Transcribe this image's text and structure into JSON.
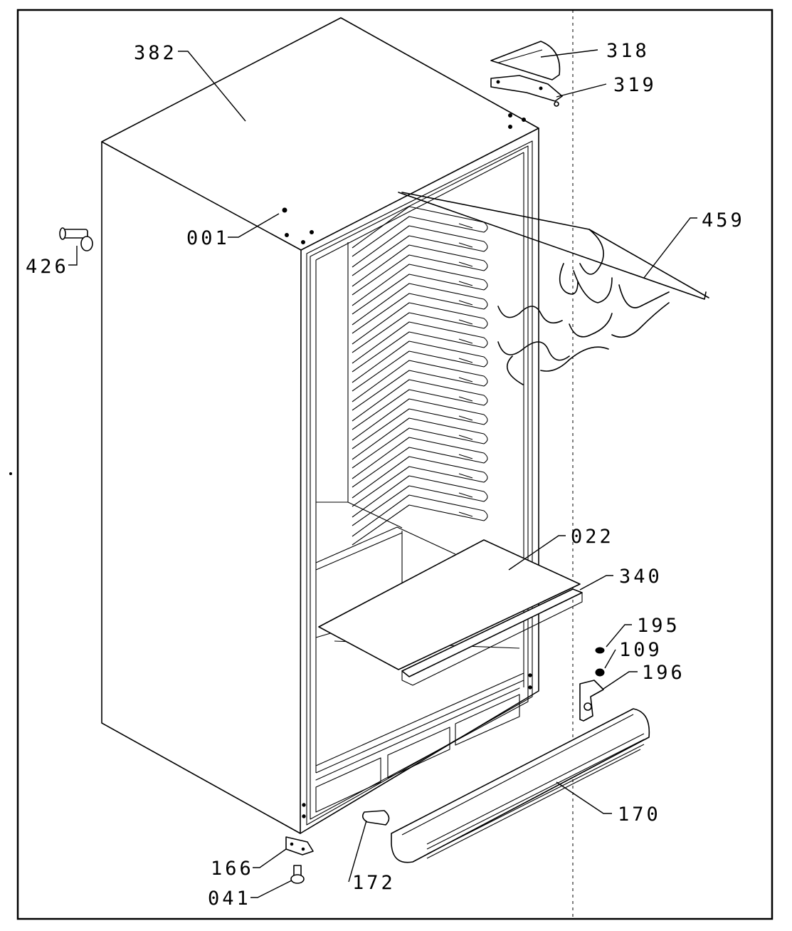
{
  "parts": [
    {
      "id": "p382",
      "label": "382"
    },
    {
      "id": "p318",
      "label": "318"
    },
    {
      "id": "p319",
      "label": "319"
    },
    {
      "id": "p459",
      "label": "459"
    },
    {
      "id": "p001",
      "label": "001"
    },
    {
      "id": "p426",
      "label": "426"
    },
    {
      "id": "p022",
      "label": "022"
    },
    {
      "id": "p340",
      "label": "340"
    },
    {
      "id": "p195",
      "label": "195"
    },
    {
      "id": "p109",
      "label": "109"
    },
    {
      "id": "p196",
      "label": "196"
    },
    {
      "id": "p170",
      "label": "170"
    },
    {
      "id": "p166",
      "label": "166"
    },
    {
      "id": "p172",
      "label": "172"
    },
    {
      "id": "p041",
      "label": "041"
    }
  ]
}
